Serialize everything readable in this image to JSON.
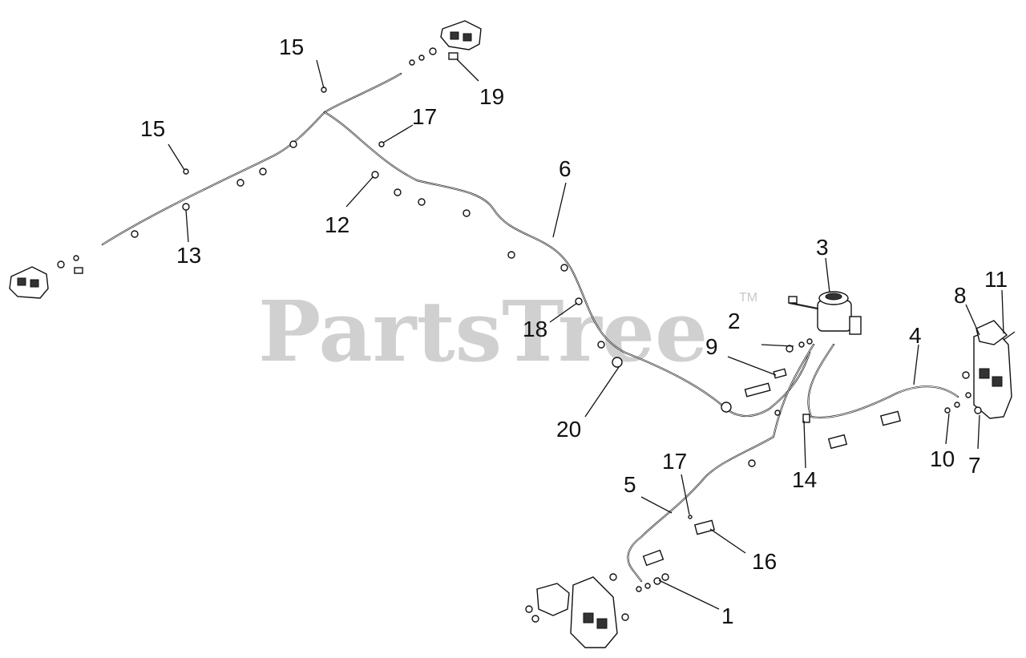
{
  "watermark": {
    "text": "PartsTree",
    "trademark": "TM"
  },
  "callouts": [
    {
      "id": "c1",
      "label": "1"
    },
    {
      "id": "c2",
      "label": "2"
    },
    {
      "id": "c3",
      "label": "3"
    },
    {
      "id": "c4",
      "label": "4"
    },
    {
      "id": "c5",
      "label": "5"
    },
    {
      "id": "c6",
      "label": "6"
    },
    {
      "id": "c7",
      "label": "7"
    },
    {
      "id": "c8",
      "label": "8"
    },
    {
      "id": "c9",
      "label": "9"
    },
    {
      "id": "c10",
      "label": "10"
    },
    {
      "id": "c11",
      "label": "11"
    },
    {
      "id": "c12",
      "label": "12"
    },
    {
      "id": "c13",
      "label": "13"
    },
    {
      "id": "c14",
      "label": "14"
    },
    {
      "id": "c15a",
      "label": "15"
    },
    {
      "id": "c15b",
      "label": "15"
    },
    {
      "id": "c16",
      "label": "16"
    },
    {
      "id": "c17a",
      "label": "17"
    },
    {
      "id": "c17b",
      "label": "17"
    },
    {
      "id": "c18",
      "label": "18"
    },
    {
      "id": "c19",
      "label": "19"
    },
    {
      "id": "c20",
      "label": "20"
    }
  ]
}
